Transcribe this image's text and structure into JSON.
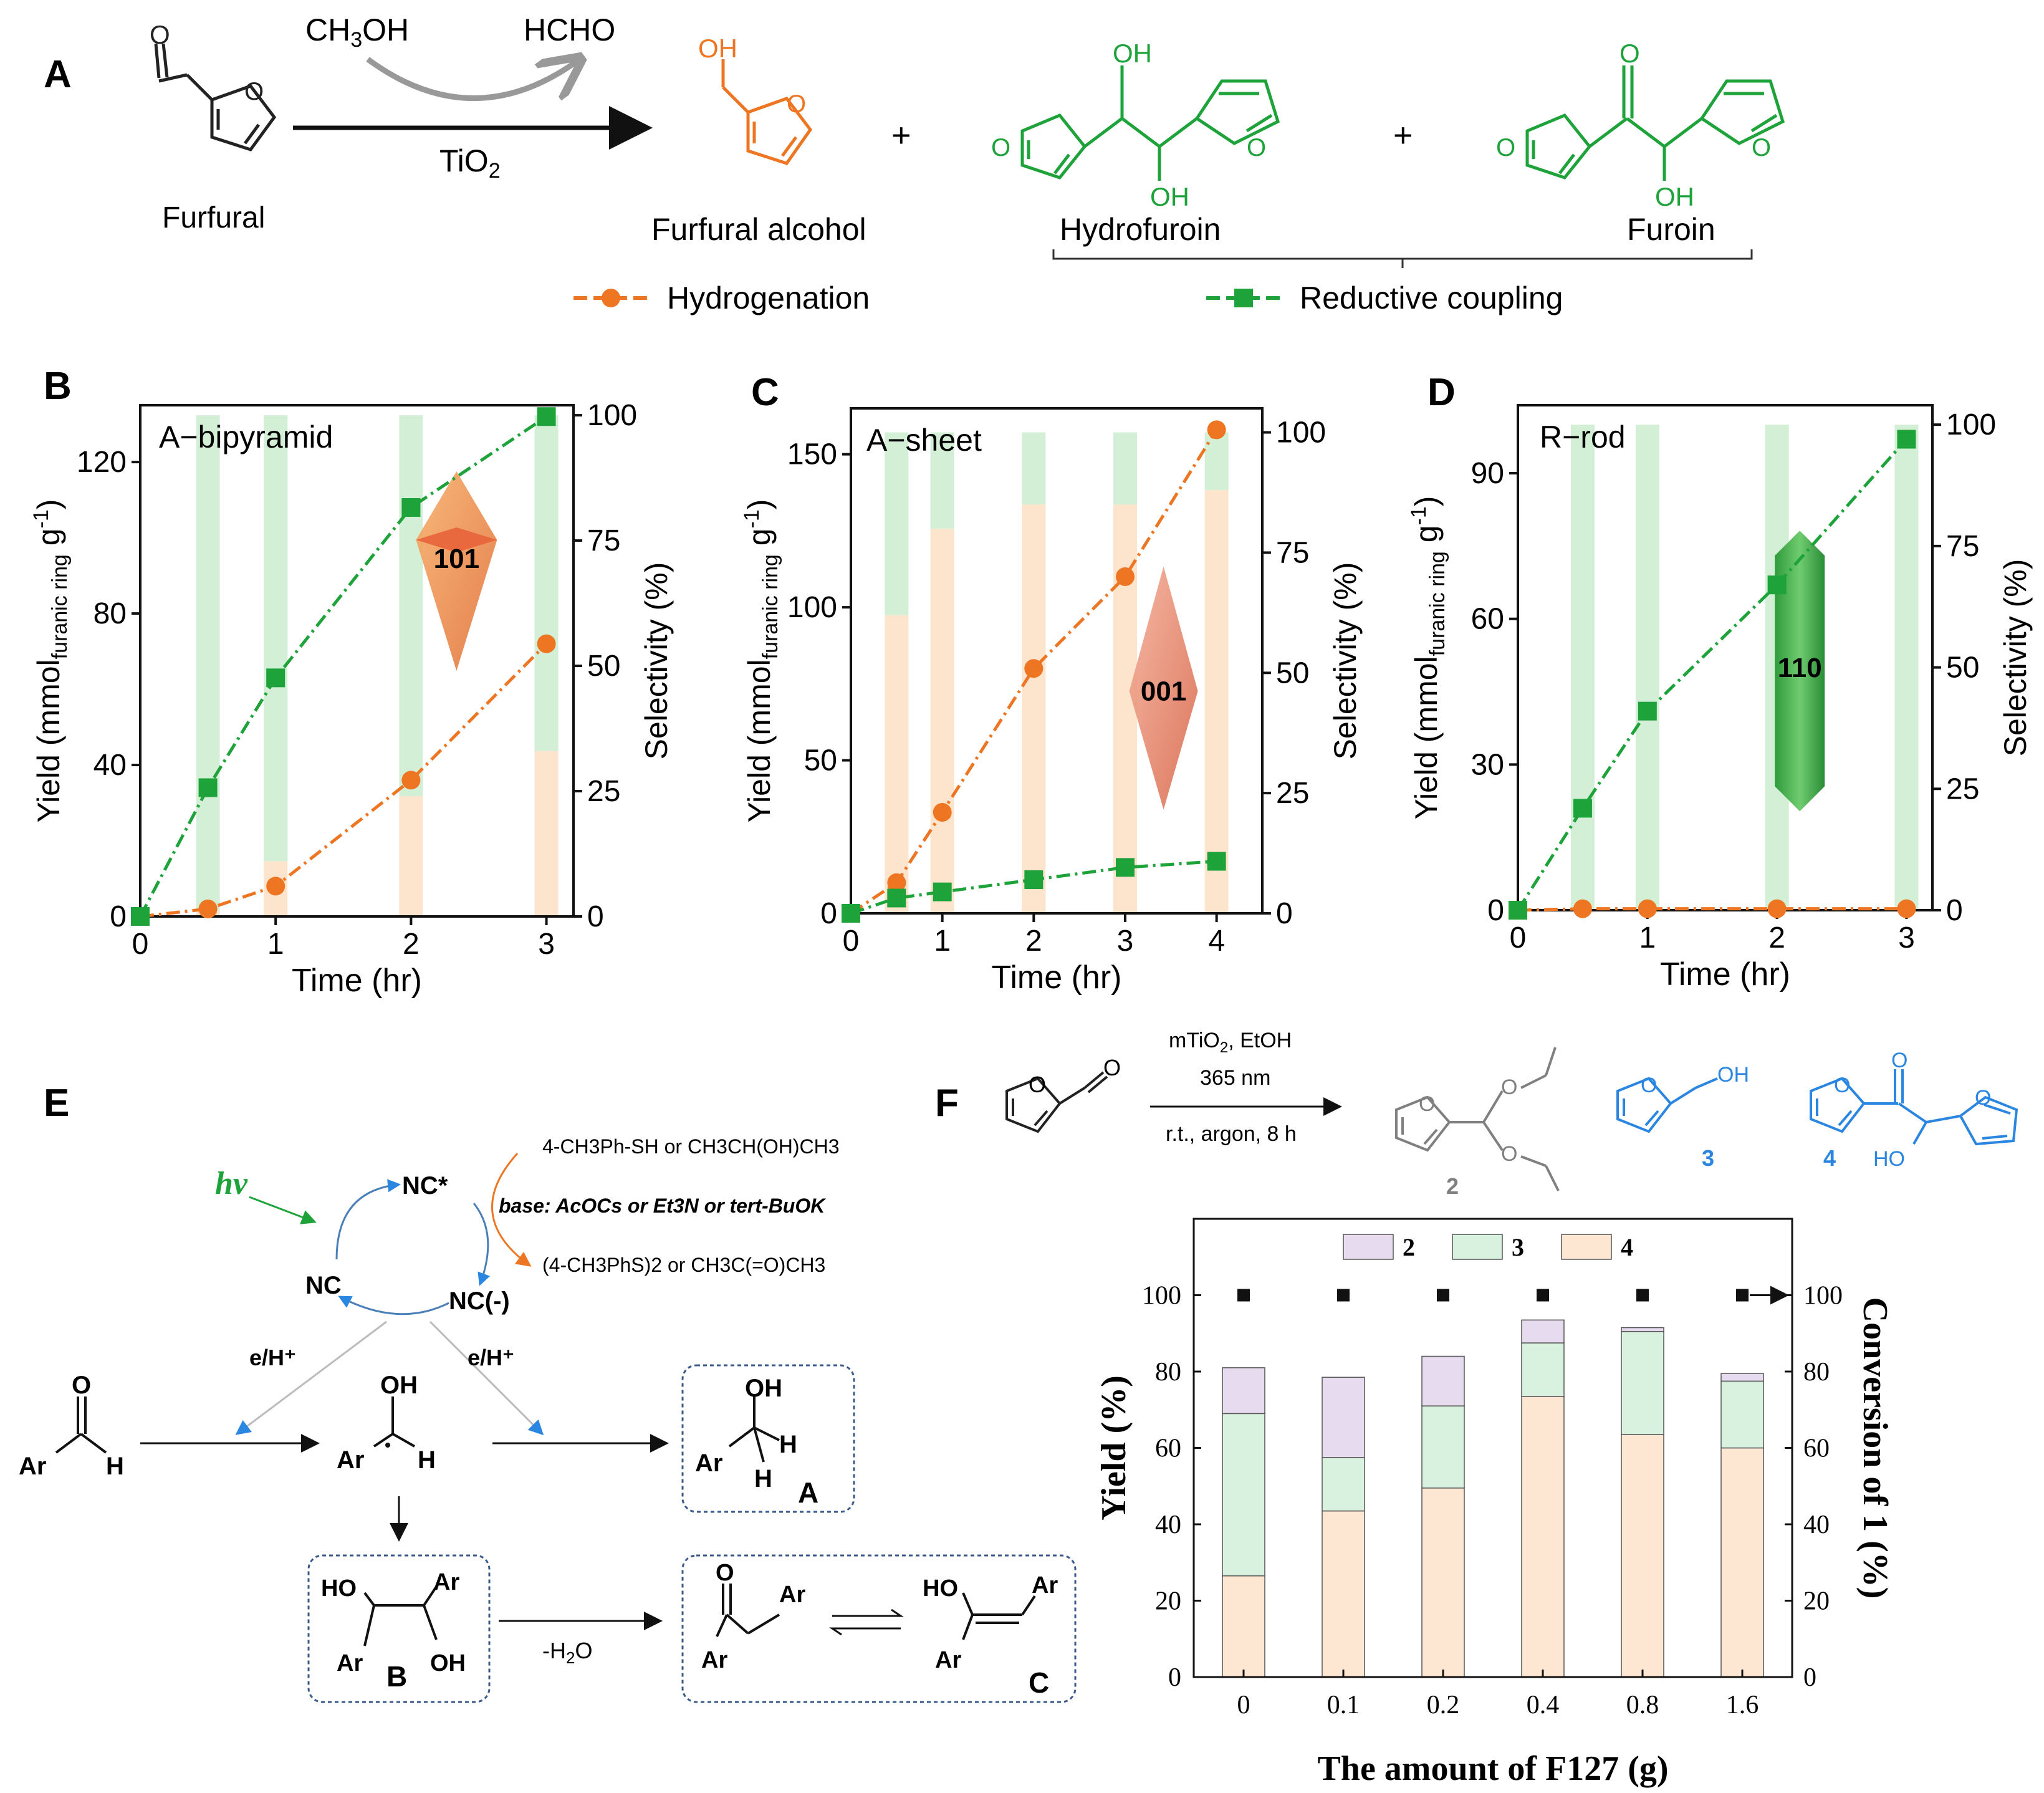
{
  "panel_letters": [
    "A",
    "B",
    "C",
    "D",
    "E",
    "F"
  ],
  "scheme_a": {
    "reagent": "CH3OH",
    "byproduct": "HCHO",
    "catalyst": "TiO2",
    "start": "Furfural",
    "product1": "Furfural alcohol",
    "product2": "Hydrofuroin",
    "product3": "Furoin",
    "plus": "+",
    "OH": "OH",
    "O": "O",
    "legend_hydrogenation": "Hydrogenation",
    "legend_coupling": "Reductive coupling"
  },
  "colors": {
    "orange": "#ee7623",
    "green": "#1ea33a",
    "light_orange": "#fde4cc",
    "light_green": "#d3efd6",
    "blue": "#2a86e0",
    "gray": "#808080",
    "purple_bar": "#e7dcef",
    "green_bar": "#d9f1df",
    "peach_bar": "#fde7d3"
  },
  "chart_data": [
    {
      "id": "B",
      "type": "line",
      "title": "A−bipyramid",
      "xlabel": "Time (hr)",
      "ylabel": "Yield (mmol",
      "ylabel_sub": "furanic ring",
      "ylabel_g": " g",
      "ylabel_sup": "-1",
      "ylabel_end": ")",
      "y2label": "Selectivity (%)",
      "facet": "101",
      "xlim": [
        0,
        3.2
      ],
      "ylim": [
        0,
        135
      ],
      "y2lim": [
        0,
        102
      ],
      "xticks": [
        "0",
        "1",
        "2",
        "3"
      ],
      "yticks": [
        "0",
        "40",
        "80",
        "120"
      ],
      "y2ticks": [
        "0",
        "25",
        "50",
        "75",
        "100"
      ],
      "series": [
        {
          "name": "Hydrogenation",
          "x": [
            0,
            0.5,
            1,
            2,
            3
          ],
          "y": [
            0,
            2,
            8,
            36,
            72
          ]
        },
        {
          "name": "Reductive coupling",
          "x": [
            0,
            0.5,
            1,
            2,
            3
          ],
          "y": [
            0,
            34,
            63,
            108,
            132
          ]
        }
      ],
      "selectivity_bars": {
        "x": [
          0.5,
          1,
          2,
          3
        ],
        "hydrogenation": [
          1,
          11,
          24,
          33
        ],
        "coupling": [
          99,
          89,
          76,
          67
        ]
      }
    },
    {
      "id": "C",
      "type": "line",
      "title": "A−sheet",
      "xlabel": "Time (hr)",
      "ylabel": "Yield (mmol",
      "ylabel_sub": "furanic ring",
      "ylabel_g": " g",
      "ylabel_sup": "-1",
      "ylabel_end": ")",
      "y2label": "Selectivity (%)",
      "facet": "001",
      "xlim": [
        0,
        4.5
      ],
      "ylim": [
        0,
        165
      ],
      "y2lim": [
        0,
        105
      ],
      "xticks": [
        "0",
        "1",
        "2",
        "3",
        "4"
      ],
      "yticks": [
        "0",
        "50",
        "100",
        "150"
      ],
      "y2ticks": [
        "0",
        "25",
        "50",
        "75",
        "100"
      ],
      "series": [
        {
          "name": "Hydrogenation",
          "x": [
            0,
            0.5,
            1,
            2,
            3,
            4
          ],
          "y": [
            0,
            10,
            33,
            80,
            110,
            158
          ]
        },
        {
          "name": "Reductive coupling",
          "x": [
            0,
            0.5,
            1,
            2,
            3,
            4
          ],
          "y": [
            0,
            5,
            7,
            11,
            15,
            17
          ]
        }
      ],
      "selectivity_bars": {
        "x": [
          0.5,
          1,
          2,
          4,
          3
        ],
        "hydrogenation": [
          62,
          80,
          85,
          88,
          85
        ],
        "coupling": [
          38,
          20,
          15,
          12,
          15
        ]
      }
    },
    {
      "id": "D",
      "type": "line",
      "title": "R−rod",
      "xlabel": "Time (hr)",
      "ylabel": "Yield (mmol",
      "ylabel_sub": "furanic ring",
      "ylabel_g": " g",
      "ylabel_sup": "-1",
      "ylabel_end": ")",
      "y2label": "Selectivity (%)",
      "facet": "110",
      "xlim": [
        0,
        3.2
      ],
      "ylim": [
        0,
        104
      ],
      "y2lim": [
        0,
        104
      ],
      "xticks": [
        "0",
        "1",
        "2",
        "3"
      ],
      "yticks": [
        "0",
        "30",
        "60",
        "90"
      ],
      "y2ticks": [
        "0",
        "25",
        "50",
        "75",
        "100"
      ],
      "series": [
        {
          "name": "Hydrogenation",
          "x": [
            0,
            0.5,
            1,
            2,
            3
          ],
          "y": [
            0,
            0.3,
            0.3,
            0.3,
            0.3
          ]
        },
        {
          "name": "Reductive coupling",
          "x": [
            0,
            0.5,
            1,
            2,
            3
          ],
          "y": [
            0,
            21,
            41,
            67,
            97
          ]
        }
      ],
      "selectivity_bars": {
        "x": [
          0.5,
          1,
          2,
          3
        ],
        "hydrogenation": [
          0,
          0,
          0,
          0
        ],
        "coupling": [
          100,
          100,
          100,
          100
        ]
      }
    },
    {
      "id": "F",
      "type": "bar",
      "stacked": true,
      "xlabel": "The amount of F127 (g)",
      "ylabel": "Yield (%)",
      "y2label": "Conversion of 1 (%)",
      "categories": [
        "0",
        "0.1",
        "0.2",
        "0.4",
        "0.8",
        "1.6"
      ],
      "ylim": [
        0,
        120
      ],
      "y2lim": [
        0,
        120
      ],
      "yticks": [
        "0",
        "20",
        "40",
        "60",
        "80",
        "100"
      ],
      "y2ticks": [
        "0",
        "20",
        "40",
        "60",
        "80",
        "100"
      ],
      "legend": [
        "2",
        "3",
        "4"
      ],
      "legend_position": "top",
      "series": [
        {
          "name": "4",
          "values": [
            26.5,
            43.5,
            49.5,
            73.5,
            63.5,
            60
          ]
        },
        {
          "name": "3",
          "values": [
            42.5,
            14,
            21.5,
            14,
            27,
            17.5
          ]
        },
        {
          "name": "2",
          "values": [
            12,
            21,
            13,
            6,
            1,
            2
          ]
        }
      ],
      "conversion": [
        100,
        100,
        100,
        100,
        100,
        100
      ]
    }
  ],
  "scheme_e": {
    "hv": "hν",
    "nc_star": "NC*",
    "nc": "NC",
    "nc_minus": "NC(-)",
    "reductant": "4-CH3Ph-SH or CH3CH(OH)CH3",
    "base": "base: AcOCs or Et3N or tert-BuOK",
    "oxidized": "(4-CH3PhS)2 or CH3C(=O)CH3",
    "eh": "e/H⁺",
    "minus_water": "-H2O",
    "box_a": "A",
    "box_b": "B",
    "box_c": "C"
  },
  "scheme_f": {
    "conditions_1": "mTiO2, EtOH",
    "conditions_2": "365 nm",
    "conditions_3": "r.t., argon, 8 h",
    "p2": "2",
    "p3": "3",
    "p4": "4"
  }
}
